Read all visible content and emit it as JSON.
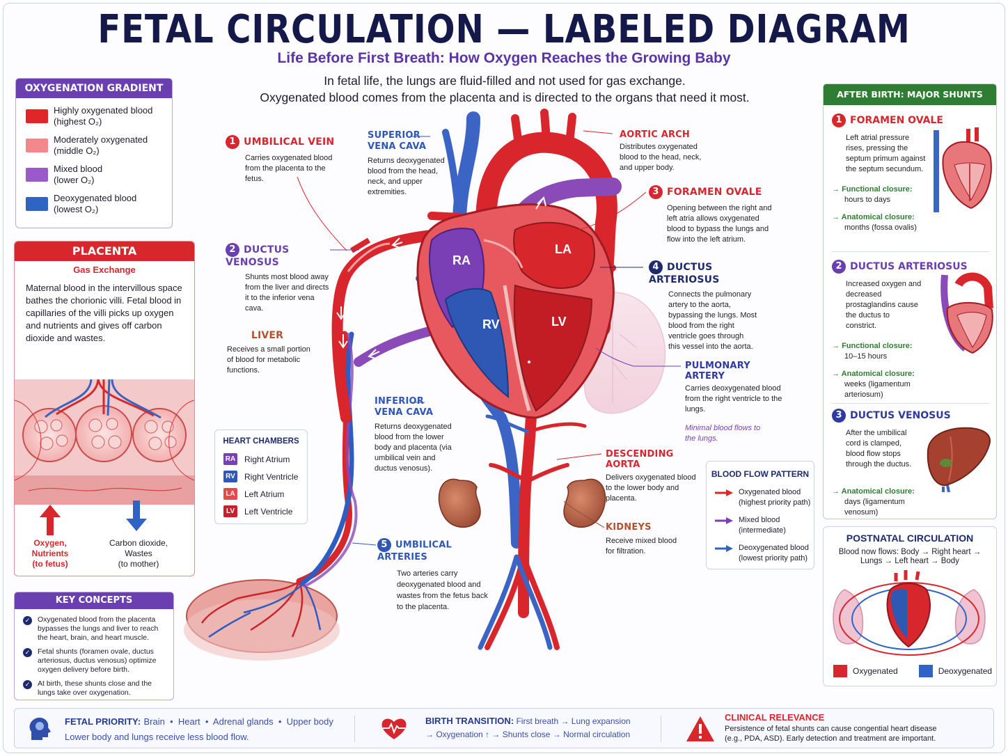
{
  "header": {
    "title": "FETAL CIRCULATION — LABELED DIAGRAM",
    "subtitle": "Life Before First Breath: How Oxygen Reaches the Growing Baby",
    "intro_line1": "In fetal life, the lungs are fluid-filled and not used for gas exchange.",
    "intro_line2": "Oxygenated blood comes from the placenta and is directed to the organs that need it most."
  },
  "oxygenation_gradient": {
    "title": "OXYGENATION GRADIENT",
    "items": [
      {
        "label": "Highly oxygenated blood",
        "sub": "(highest O₂)",
        "color": "#e0262a"
      },
      {
        "label": "Moderately oxygenated",
        "sub": "(middle O₂)",
        "color": "#f3888c"
      },
      {
        "label": "Mixed blood",
        "sub": "(lower O₂)",
        "color": "#9a5ac8"
      },
      {
        "label": "Deoxygenated blood",
        "sub": "(lowest O₂)",
        "color": "#2f64c4"
      }
    ]
  },
  "placenta": {
    "title": "PLACENTA",
    "subtitle": "Gas Exchange",
    "text": "Maternal blood in the intervillous space bathes the chorionic villi. Fetal blood in capillaries of the villi picks up oxygen and nutrients and gives off carbon dioxide and wastes.",
    "up_label_1": "Oxygen,",
    "up_label_2": "Nutrients",
    "up_label_3": "(to fetus)",
    "down_label_1": "Carbon dioxide,",
    "down_label_2": "Wastes",
    "down_label_3": "(to mother)"
  },
  "key_concepts": {
    "title": "KEY CONCEPTS",
    "items": [
      "Oxygenated blood from the placenta bypasses the lungs and liver to reach the heart, brain, and heart muscle.",
      "Fetal shunts (foramen ovale, ductus arteriosus, ductus venosus) optimize oxygen delivery before birth.",
      "At birth, these shunts close and the lungs take over oxygenation."
    ]
  },
  "callouts": {
    "umbilical_vein": {
      "num": "1",
      "title": "UMBILICAL VEIN",
      "text": "Carries oxygenated blood from the placenta to the fetus."
    },
    "ductus_venosus": {
      "num": "2",
      "title": "DUCTUS VENOSUS",
      "text": "Shunts most blood away from the liver and directs it to the inferior vena cava."
    },
    "liver": {
      "title": "LIVER",
      "text": "Receives a small portion of blood for metabolic functions."
    },
    "svc": {
      "title_1": "SUPERIOR",
      "title_2": "VENA CAVA",
      "text": "Returns deoxygenated blood from the head, neck, and upper extremities."
    },
    "aortic_arch": {
      "title": "AORTIC ARCH",
      "text": "Distributes oxygenated blood to the head, neck, and upper body."
    },
    "foramen_ovale": {
      "num": "3",
      "title": "FORAMEN OVALE",
      "text": "Opening between the right and left atria allows oxygenated blood to bypass the lungs and flow into the left atrium."
    },
    "ductus_arteriosus": {
      "num": "4",
      "title": "DUCTUS ARTERIOSUS",
      "text": "Connects the pulmonary artery to the aorta, bypassing the lungs. Most blood from the right ventricle goes through this vessel into the aorta."
    },
    "pulmonary_artery": {
      "title": "PULMONARY ARTERY",
      "text": "Carries deoxygenated blood from the right ventricle to the lungs.",
      "note": "Minimal blood flows to the lungs."
    },
    "ivc": {
      "title_1": "INFERIOR",
      "title_2": "VENA CAVA",
      "text": "Returns deoxygenated blood from the lower body and placenta (via umbilical vein and ductus venosus)."
    },
    "descending_aorta": {
      "title": "DESCENDING AORTA",
      "text": "Delivers oxygenated blood to the lower body and placenta."
    },
    "kidneys": {
      "title": "KIDNEYS",
      "text": "Receive mixed blood for filtration."
    },
    "umbilical_arteries": {
      "num": "5",
      "title": "UMBILICAL ARTERIES",
      "text": "Two arteries carry deoxygenated blood and wastes from the fetus back to the placenta."
    }
  },
  "heart_labels": {
    "ra": "RA",
    "la": "LA",
    "rv": "RV",
    "lv": "LV"
  },
  "heart_chambers": {
    "title": "HEART CHAMBERS",
    "items": [
      {
        "abbr": "RA",
        "label": "Right Atrium",
        "color": "#7b3fb5"
      },
      {
        "abbr": "RV",
        "label": "Right Ventricle",
        "color": "#2f58b5"
      },
      {
        "abbr": "LA",
        "label": "Left Atrium",
        "color": "#e04b4b"
      },
      {
        "abbr": "LV",
        "label": "Left Ventricle",
        "color": "#c8202a"
      }
    ]
  },
  "blood_flow_pattern": {
    "title": "BLOOD FLOW PATTERN",
    "items": [
      {
        "label": "Oxygenated blood",
        "sub": "(highest priority path)",
        "color": "#e0262a"
      },
      {
        "label": "Mixed blood",
        "sub": "(intermediate)",
        "color": "#7b3fb5"
      },
      {
        "label": "Deoxygenated blood",
        "sub": "(lowest priority path)",
        "color": "#2f64c4"
      }
    ]
  },
  "after_birth": {
    "title": "AFTER BIRTH: MAJOR SHUNTS CLOSE",
    "items": [
      {
        "num": "1",
        "title": "FORAMEN OVALE",
        "text": "Left atrial pressure rises, pressing the septum primum against the septum secundum.",
        "f_label": "Functional closure:",
        "f_value": "hours to days",
        "a_label": "Anatomical closure:",
        "a_value": "months (fossa ovalis)"
      },
      {
        "num": "2",
        "title": "DUCTUS ARTERIOSUS",
        "text": "Increased oxygen and decreased prostaglandins cause the ductus to constrict.",
        "f_label": "Functional closure:",
        "f_value": "10–15 hours",
        "a_label": "Anatomical closure:",
        "a_value": "weeks (ligamentum arteriosum)"
      },
      {
        "num": "3",
        "title": "DUCTUS VENOSUS",
        "text": "After the umbilical cord is clamped, blood flow stops through the ductus.",
        "a_label": "Anatomical closure:",
        "a_value": "days (ligamentum venosum)"
      }
    ]
  },
  "postnatal": {
    "title": "POSTNATAL CIRCULATION",
    "line1": "Blood now flows: Body → Right heart →",
    "line2": "Lungs → Left heart → Body",
    "legend_oxy": "Oxygenated",
    "legend_deoxy": "Deoxygenated"
  },
  "bottom_bar": {
    "fetal_priority_head": "FETAL PRIORITY:",
    "fetal_priority_items": "Brain  •  Heart  •  Adrenal glands  •  Upper body",
    "fetal_priority_line2": "Lower body and lungs receive less blood flow.",
    "birth_head": "BIRTH TRANSITION:",
    "birth_line1": "First breath → Lung expansion",
    "birth_line2": "→ Oxygenation ↑ → Shunts close → Normal circulation",
    "clinical_head": "CLINICAL RELEVANCE",
    "clinical_line1": "Persistence of fetal shunts can cause congential heart disease",
    "clinical_line2": "(e.g., PDA, ASD). Early detection and treatment are important."
  }
}
